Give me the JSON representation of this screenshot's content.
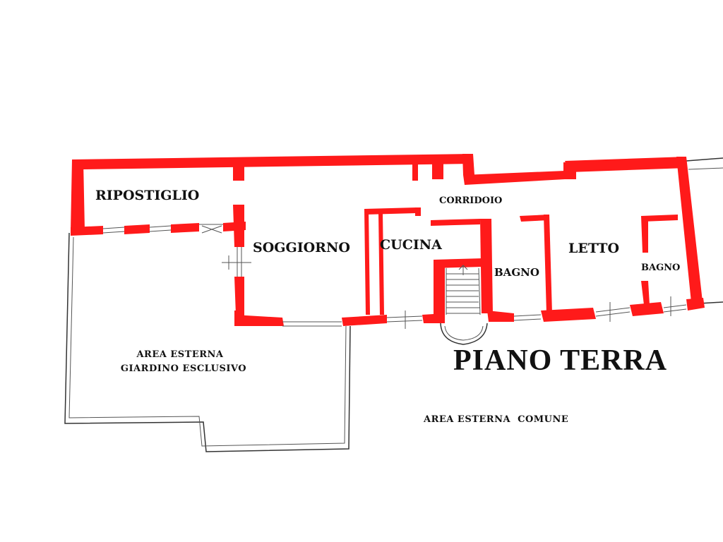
{
  "title": "PIANO TERRA",
  "rooms": {
    "ripostiglio": "RIPOSTIGLIO",
    "soggiorno": "SOGGIORNO",
    "cucina": "CUCINA",
    "corridoio": "CORRIDOIO",
    "bagno_1": "BAGNO",
    "letto": "LETTO",
    "bagno_2": "BAGNO"
  },
  "areas": {
    "giardino_line1": "AREA ESTERNA",
    "giardino_line2": "GIARDINO ESCLUSIVO",
    "comune": "AREA ESTERNA  COMUNE"
  },
  "colors": {
    "walls": "#ff1a1a",
    "outline": "#333333",
    "text": "#111111"
  }
}
